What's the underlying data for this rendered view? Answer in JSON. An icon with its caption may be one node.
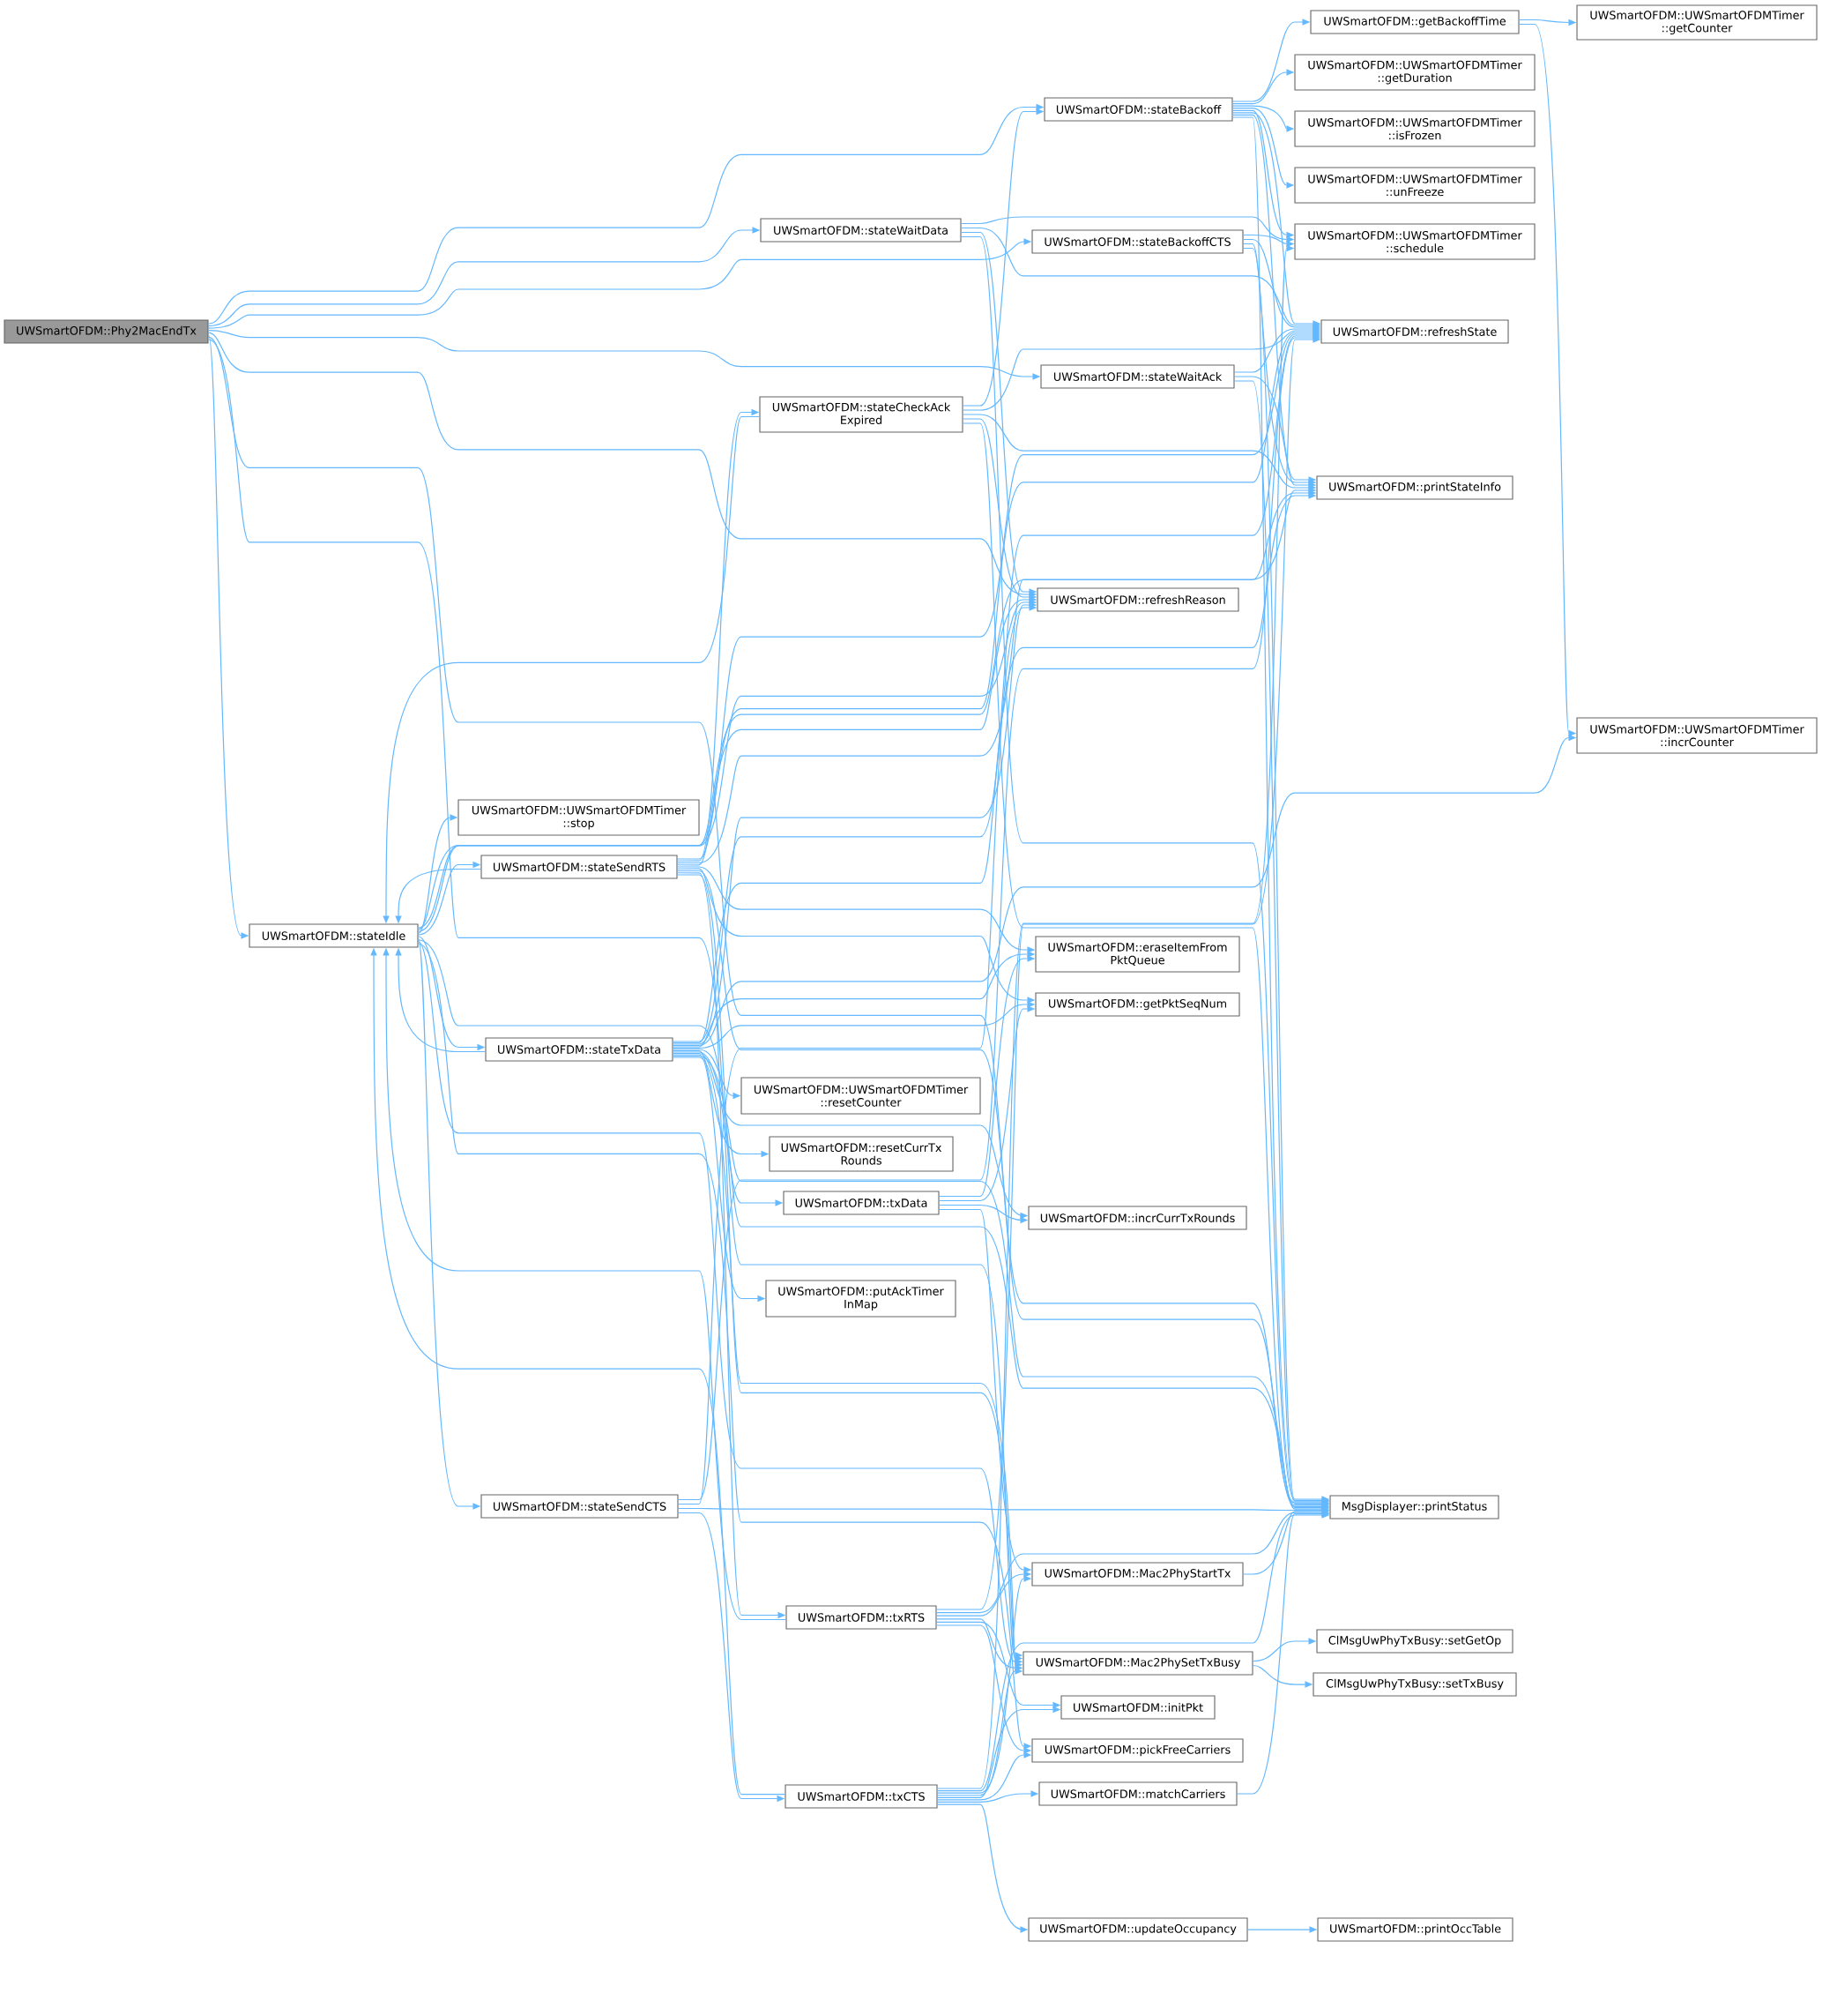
{
  "diagram": {
    "nodes": [
      {
        "text": [
          "UWSmartOFDM::Phy2MacEndTx"
        ]
      },
      {
        "text": [
          "UWSmartOFDM::stateIdle"
        ]
      },
      {
        "text": [
          "UWSmartOFDM::stateWaitData"
        ]
      },
      {
        "text": [
          "UWSmartOFDM::stateCheckAck Expired"
        ]
      },
      {
        "text": [
          "UWSmartOFDM::UWSmartOFDMTimer ::stop"
        ]
      },
      {
        "text": [
          "UWSmartOFDM::stateSendRTS"
        ]
      },
      {
        "text": [
          "UWSmartOFDM::stateTxData"
        ]
      },
      {
        "text": [
          "UWSmartOFDM::stateSendCTS"
        ]
      },
      {
        "text": [
          "UWSmartOFDM::stateBackoff"
        ]
      },
      {
        "text": [
          "UWSmartOFDM::stateBackoffCTS"
        ]
      },
      {
        "text": [
          "UWSmartOFDM::stateWaitAck"
        ]
      },
      {
        "text": [
          "UWSmartOFDM::refreshReason"
        ]
      },
      {
        "text": [
          "UWSmartOFDM::UWSmartOFDMTimer ::resetCounter"
        ]
      },
      {
        "text": [
          "UWSmartOFDM::resetCurrTx Rounds"
        ]
      },
      {
        "text": [
          "UWSmartOFDM::txData"
        ]
      },
      {
        "text": [
          "UWSmartOFDM::putAckTimer InMap"
        ]
      },
      {
        "text": [
          "UWSmartOFDM::txRTS"
        ]
      },
      {
        "text": [
          "UWSmartOFDM::txCTS"
        ]
      },
      {
        "text": [
          "UWSmartOFDM::eraseItemFrom PktQueue"
        ]
      },
      {
        "text": [
          "UWSmartOFDM::getPktSeqNum"
        ]
      },
      {
        "text": [
          "UWSmartOFDM::incrCurrTxRounds"
        ]
      },
      {
        "text": [
          "UWSmartOFDM::Mac2PhyStartTx"
        ]
      },
      {
        "text": [
          "UWSmartOFDM::Mac2PhySetTxBusy"
        ]
      },
      {
        "text": [
          "UWSmartOFDM::initPkt"
        ]
      },
      {
        "text": [
          "UWSmartOFDM::pickFreeCarriers"
        ]
      },
      {
        "text": [
          "UWSmartOFDM::matchCarriers"
        ]
      },
      {
        "text": [
          "UWSmartOFDM::updateOccupancy"
        ]
      },
      {
        "text": [
          "UWSmartOFDM::getBackoffTime"
        ]
      },
      {
        "text": [
          "UWSmartOFDM::UWSmartOFDMTimer ::getDuration"
        ]
      },
      {
        "text": [
          "UWSmartOFDM::UWSmartOFDMTimer ::isFrozen"
        ]
      },
      {
        "text": [
          "UWSmartOFDM::UWSmartOFDMTimer ::unFreeze"
        ]
      },
      {
        "text": [
          "UWSmartOFDM::UWSmartOFDMTimer ::schedule"
        ]
      },
      {
        "text": [
          "UWSmartOFDM::refreshState"
        ]
      },
      {
        "text": [
          "UWSmartOFDM::printStateInfo"
        ]
      },
      {
        "text": [
          "MsgDisplayer::printStatus"
        ]
      },
      {
        "text": [
          "ClMsgUwPhyTxBusy::setGetOp"
        ]
      },
      {
        "text": [
          "ClMsgUwPhyTxBusy::setTxBusy"
        ]
      },
      {
        "text": [
          "UWSmartOFDM::printOccTable"
        ]
      },
      {
        "text": [
          "UWSmartOFDM::UWSmartOFDMTimer ::getCounter"
        ]
      },
      {
        "text": [
          "UWSmartOFDM::UWSmartOFDMTimer ::incrCounter"
        ]
      }
    ],
    "edges": [
      {
        "from": 0,
        "to": 1,
        "arrow": "to"
      },
      {
        "from": 0,
        "to": 2,
        "arrow": "to"
      },
      {
        "from": 0,
        "to": 8,
        "arrow": "to"
      },
      {
        "from": 0,
        "to": 9,
        "arrow": "to"
      },
      {
        "from": 0,
        "to": 10,
        "arrow": "to"
      },
      {
        "from": 0,
        "to": 11,
        "arrow": "to"
      },
      {
        "from": 0,
        "to": 22,
        "arrow": "to"
      },
      {
        "from": 0,
        "to": 34,
        "arrow": "to"
      },
      {
        "from": 1,
        "to": 4,
        "arrow": "to"
      },
      {
        "from": 1,
        "to": 5,
        "arrow": "to"
      },
      {
        "from": 1,
        "to": 6,
        "arrow": "to"
      },
      {
        "from": 1,
        "to": 7,
        "arrow": "to"
      },
      {
        "from": 1,
        "to": 11,
        "arrow": "to"
      },
      {
        "from": 1,
        "to": 22,
        "arrow": "to"
      },
      {
        "from": 1,
        "to": 24,
        "arrow": "to"
      },
      {
        "from": 1,
        "to": 32,
        "arrow": "to"
      },
      {
        "from": 1,
        "to": 33,
        "arrow": "to"
      },
      {
        "from": 1,
        "to": 34,
        "arrow": "to"
      },
      {
        "from": 2,
        "to": 11,
        "arrow": "to"
      },
      {
        "from": 2,
        "to": 31,
        "arrow": "to"
      },
      {
        "from": 2,
        "to": 32,
        "arrow": "to"
      },
      {
        "from": 2,
        "to": 34,
        "arrow": "to"
      },
      {
        "from": 3,
        "to": 1,
        "arrow": "to"
      },
      {
        "from": 3,
        "to": 8,
        "arrow": "to"
      },
      {
        "from": 3,
        "to": 11,
        "arrow": "to"
      },
      {
        "from": 3,
        "to": 32,
        "arrow": "to"
      },
      {
        "from": 3,
        "to": 33,
        "arrow": "to"
      },
      {
        "from": 3,
        "to": 34,
        "arrow": "to"
      },
      {
        "from": 5,
        "to": 1,
        "arrow": "to"
      },
      {
        "from": 5,
        "to": 3,
        "arrow": "to"
      },
      {
        "from": 5,
        "to": 11,
        "arrow": "to"
      },
      {
        "from": 5,
        "to": 16,
        "arrow": "to"
      },
      {
        "from": 5,
        "to": 18,
        "arrow": "to"
      },
      {
        "from": 5,
        "to": 19,
        "arrow": "to"
      },
      {
        "from": 5,
        "to": 22,
        "arrow": "to"
      },
      {
        "from": 5,
        "to": 32,
        "arrow": "to"
      },
      {
        "from": 5,
        "to": 33,
        "arrow": "to"
      },
      {
        "from": 5,
        "to": 34,
        "arrow": "to"
      },
      {
        "from": 6,
        "to": 1,
        "arrow": "to"
      },
      {
        "from": 6,
        "to": 11,
        "arrow": "to"
      },
      {
        "from": 6,
        "to": 12,
        "arrow": "to"
      },
      {
        "from": 6,
        "to": 13,
        "arrow": "to"
      },
      {
        "from": 6,
        "to": 14,
        "arrow": "to"
      },
      {
        "from": 6,
        "to": 15,
        "arrow": "to"
      },
      {
        "from": 6,
        "to": 18,
        "arrow": "to"
      },
      {
        "from": 6,
        "to": 19,
        "arrow": "to"
      },
      {
        "from": 6,
        "to": 20,
        "arrow": "to"
      },
      {
        "from": 6,
        "to": 22,
        "arrow": "to"
      },
      {
        "from": 6,
        "to": 32,
        "arrow": "to"
      },
      {
        "from": 6,
        "to": 33,
        "arrow": "to"
      },
      {
        "from": 6,
        "to": 34,
        "arrow": "to"
      },
      {
        "from": 6,
        "to": 39,
        "arrow": "to"
      },
      {
        "from": 7,
        "to": 11,
        "arrow": "to"
      },
      {
        "from": 7,
        "to": 17,
        "arrow": "to"
      },
      {
        "from": 7,
        "to": 32,
        "arrow": "to"
      },
      {
        "from": 7,
        "to": 34,
        "arrow": "to"
      },
      {
        "from": 8,
        "to": 27,
        "arrow": "to"
      },
      {
        "from": 8,
        "to": 28,
        "arrow": "to"
      },
      {
        "from": 8,
        "to": 29,
        "arrow": "to"
      },
      {
        "from": 8,
        "to": 30,
        "arrow": "to"
      },
      {
        "from": 8,
        "to": 31,
        "arrow": "to"
      },
      {
        "from": 8,
        "to": 32,
        "arrow": "to"
      },
      {
        "from": 8,
        "to": 33,
        "arrow": "to"
      },
      {
        "from": 8,
        "to": 34,
        "arrow": "to"
      },
      {
        "from": 9,
        "to": 31,
        "arrow": "to"
      },
      {
        "from": 9,
        "to": 32,
        "arrow": "to"
      },
      {
        "from": 9,
        "to": 33,
        "arrow": "to"
      },
      {
        "from": 9,
        "to": 34,
        "arrow": "to"
      },
      {
        "from": 10,
        "to": 32,
        "arrow": "to"
      },
      {
        "from": 10,
        "to": 33,
        "arrow": "to"
      },
      {
        "from": 10,
        "to": 34,
        "arrow": "to"
      },
      {
        "from": 14,
        "to": 18,
        "arrow": "to"
      },
      {
        "from": 14,
        "to": 19,
        "arrow": "to"
      },
      {
        "from": 14,
        "to": 20,
        "arrow": "to"
      },
      {
        "from": 14,
        "to": 21,
        "arrow": "to"
      },
      {
        "from": 16,
        "to": 1,
        "arrow": "to"
      },
      {
        "from": 16,
        "to": 21,
        "arrow": "to"
      },
      {
        "from": 16,
        "to": 22,
        "arrow": "to"
      },
      {
        "from": 16,
        "to": 23,
        "arrow": "to"
      },
      {
        "from": 16,
        "to": 24,
        "arrow": "to"
      },
      {
        "from": 16,
        "to": 32,
        "arrow": "to"
      },
      {
        "from": 16,
        "to": 34,
        "arrow": "to"
      },
      {
        "from": 17,
        "to": 1,
        "arrow": "to"
      },
      {
        "from": 17,
        "to": 21,
        "arrow": "to"
      },
      {
        "from": 17,
        "to": 22,
        "arrow": "to"
      },
      {
        "from": 17,
        "to": 23,
        "arrow": "to"
      },
      {
        "from": 17,
        "to": 24,
        "arrow": "to"
      },
      {
        "from": 17,
        "to": 25,
        "arrow": "to"
      },
      {
        "from": 17,
        "to": 26,
        "arrow": "to"
      },
      {
        "from": 17,
        "to": 31,
        "arrow": "to"
      },
      {
        "from": 17,
        "to": 34,
        "arrow": "to"
      },
      {
        "from": 21,
        "to": 34,
        "arrow": "to"
      },
      {
        "from": 22,
        "to": 35,
        "arrow": "to"
      },
      {
        "from": 22,
        "to": 36,
        "arrow": "to"
      },
      {
        "from": 25,
        "to": 34,
        "arrow": "to"
      },
      {
        "from": 26,
        "to": 37,
        "arrow": "to"
      },
      {
        "from": 27,
        "to": 38,
        "arrow": "to"
      },
      {
        "from": 27,
        "to": 39,
        "arrow": "to"
      }
    ]
  }
}
